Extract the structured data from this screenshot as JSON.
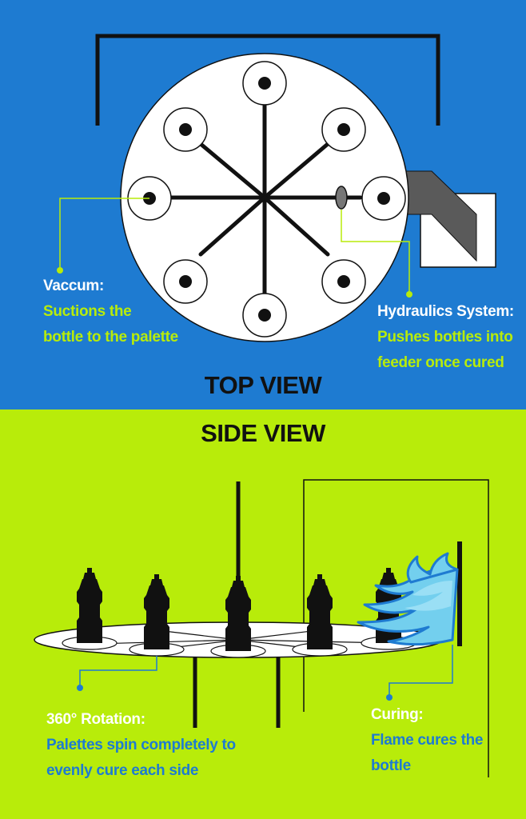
{
  "colors": {
    "top_background": "#1e7bd1",
    "bottom_background": "#b8ec0a",
    "accent_green": "#b8ec0a",
    "accent_blue": "#1e7bd1",
    "ink": "#111111",
    "white": "#ffffff",
    "gray": "#5a5a5a",
    "flame": "#73cfee"
  },
  "top_view": {
    "title": "TOP VIEW",
    "vacuum": {
      "heading": "Vaccum:",
      "text_line1": "Suctions the",
      "text_line2": "bottle to the palette"
    },
    "hydraulics": {
      "heading": "Hydraulics System:",
      "text_line1": "Pushes bottles into",
      "text_line2": "feeder once cured"
    }
  },
  "side_view": {
    "title": "SIDE VIEW",
    "rotation": {
      "heading": "360° Rotation:",
      "text_line1": "Palettes spin completely to",
      "text_line2": "evenly cure each side"
    },
    "curing": {
      "heading": "Curing:",
      "text_line1": "Flame cures the",
      "text_line2": "bottle"
    }
  }
}
